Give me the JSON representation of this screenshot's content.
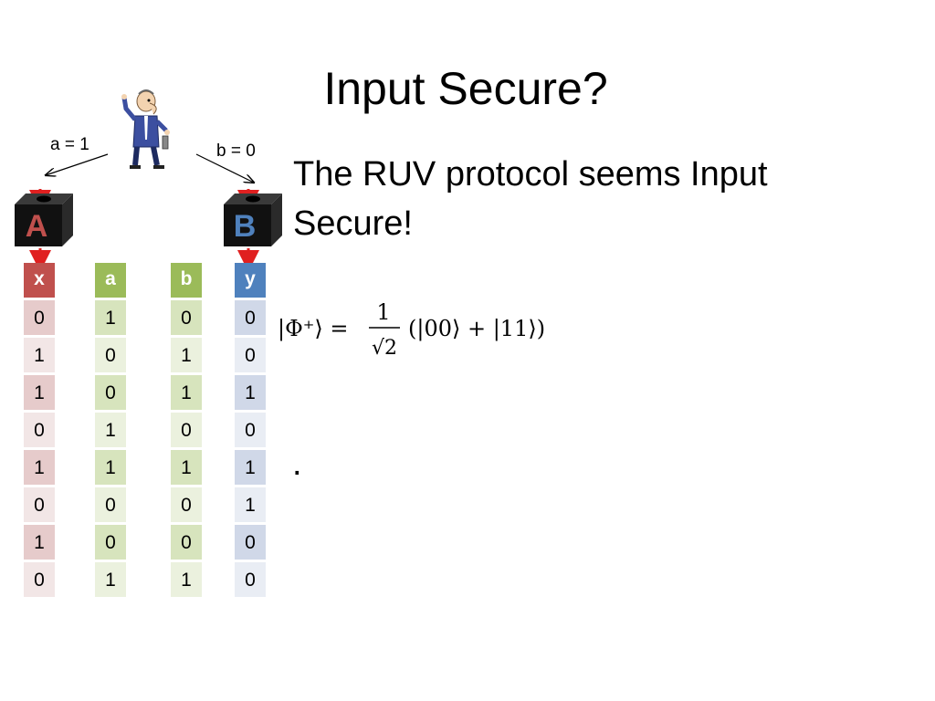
{
  "slide": {
    "title": "Input Secure?",
    "body": "The RUV protocol seems Input Secure!",
    "trailing": "."
  },
  "labels": {
    "a_input": "a = 1",
    "b_input": "b = 0",
    "box_a": "A",
    "box_b": "B"
  },
  "equation": {
    "lhs": "|Φ⁺⟩ =",
    "numerator": "1",
    "denominator": "√2",
    "rhs": "(|00⟩ + |11⟩)"
  },
  "tables": {
    "x": {
      "header": "x",
      "values": [
        "0",
        "1",
        "1",
        "0",
        "1",
        "0",
        "1",
        "0"
      ]
    },
    "a": {
      "header": "a",
      "values": [
        "1",
        "0",
        "0",
        "1",
        "1",
        "0",
        "0",
        "1"
      ]
    },
    "b": {
      "header": "b",
      "values": [
        "0",
        "1",
        "1",
        "0",
        "1",
        "0",
        "0",
        "1"
      ]
    },
    "y": {
      "header": "y",
      "values": [
        "0",
        "0",
        "1",
        "0",
        "1",
        "1",
        "0",
        "0"
      ]
    }
  },
  "colors": {
    "red": "#c0504d",
    "green": "#9bbb59",
    "blue": "#4f81bd",
    "box": "#1a1a1a"
  },
  "icons": [
    "person-with-device-icon",
    "black-box-a-icon",
    "black-box-b-icon"
  ]
}
